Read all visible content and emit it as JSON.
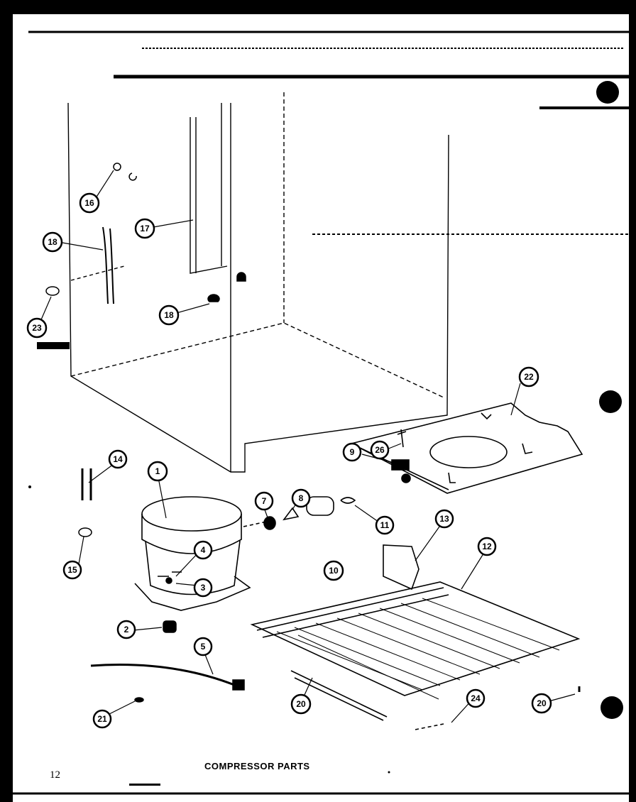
{
  "caption": "COMPRESSOR PARTS",
  "page_number": "12",
  "callouts": {
    "c1": "1",
    "c2": "2",
    "c3": "3",
    "c4": "4",
    "c5": "5",
    "c7": "7",
    "c8": "8",
    "c9": "9",
    "c10": "10",
    "c11": "11",
    "c12": "12",
    "c13": "13",
    "c14": "14",
    "c15": "15",
    "c16": "16",
    "c17": "17",
    "c18a": "18",
    "c18b": "18",
    "c20a": "20",
    "c20b": "20",
    "c21": "21",
    "c22": "22",
    "c23": "23",
    "c24": "24",
    "c26": "26"
  },
  "colors": {
    "ink": "#000000",
    "paper": "#ffffff"
  }
}
